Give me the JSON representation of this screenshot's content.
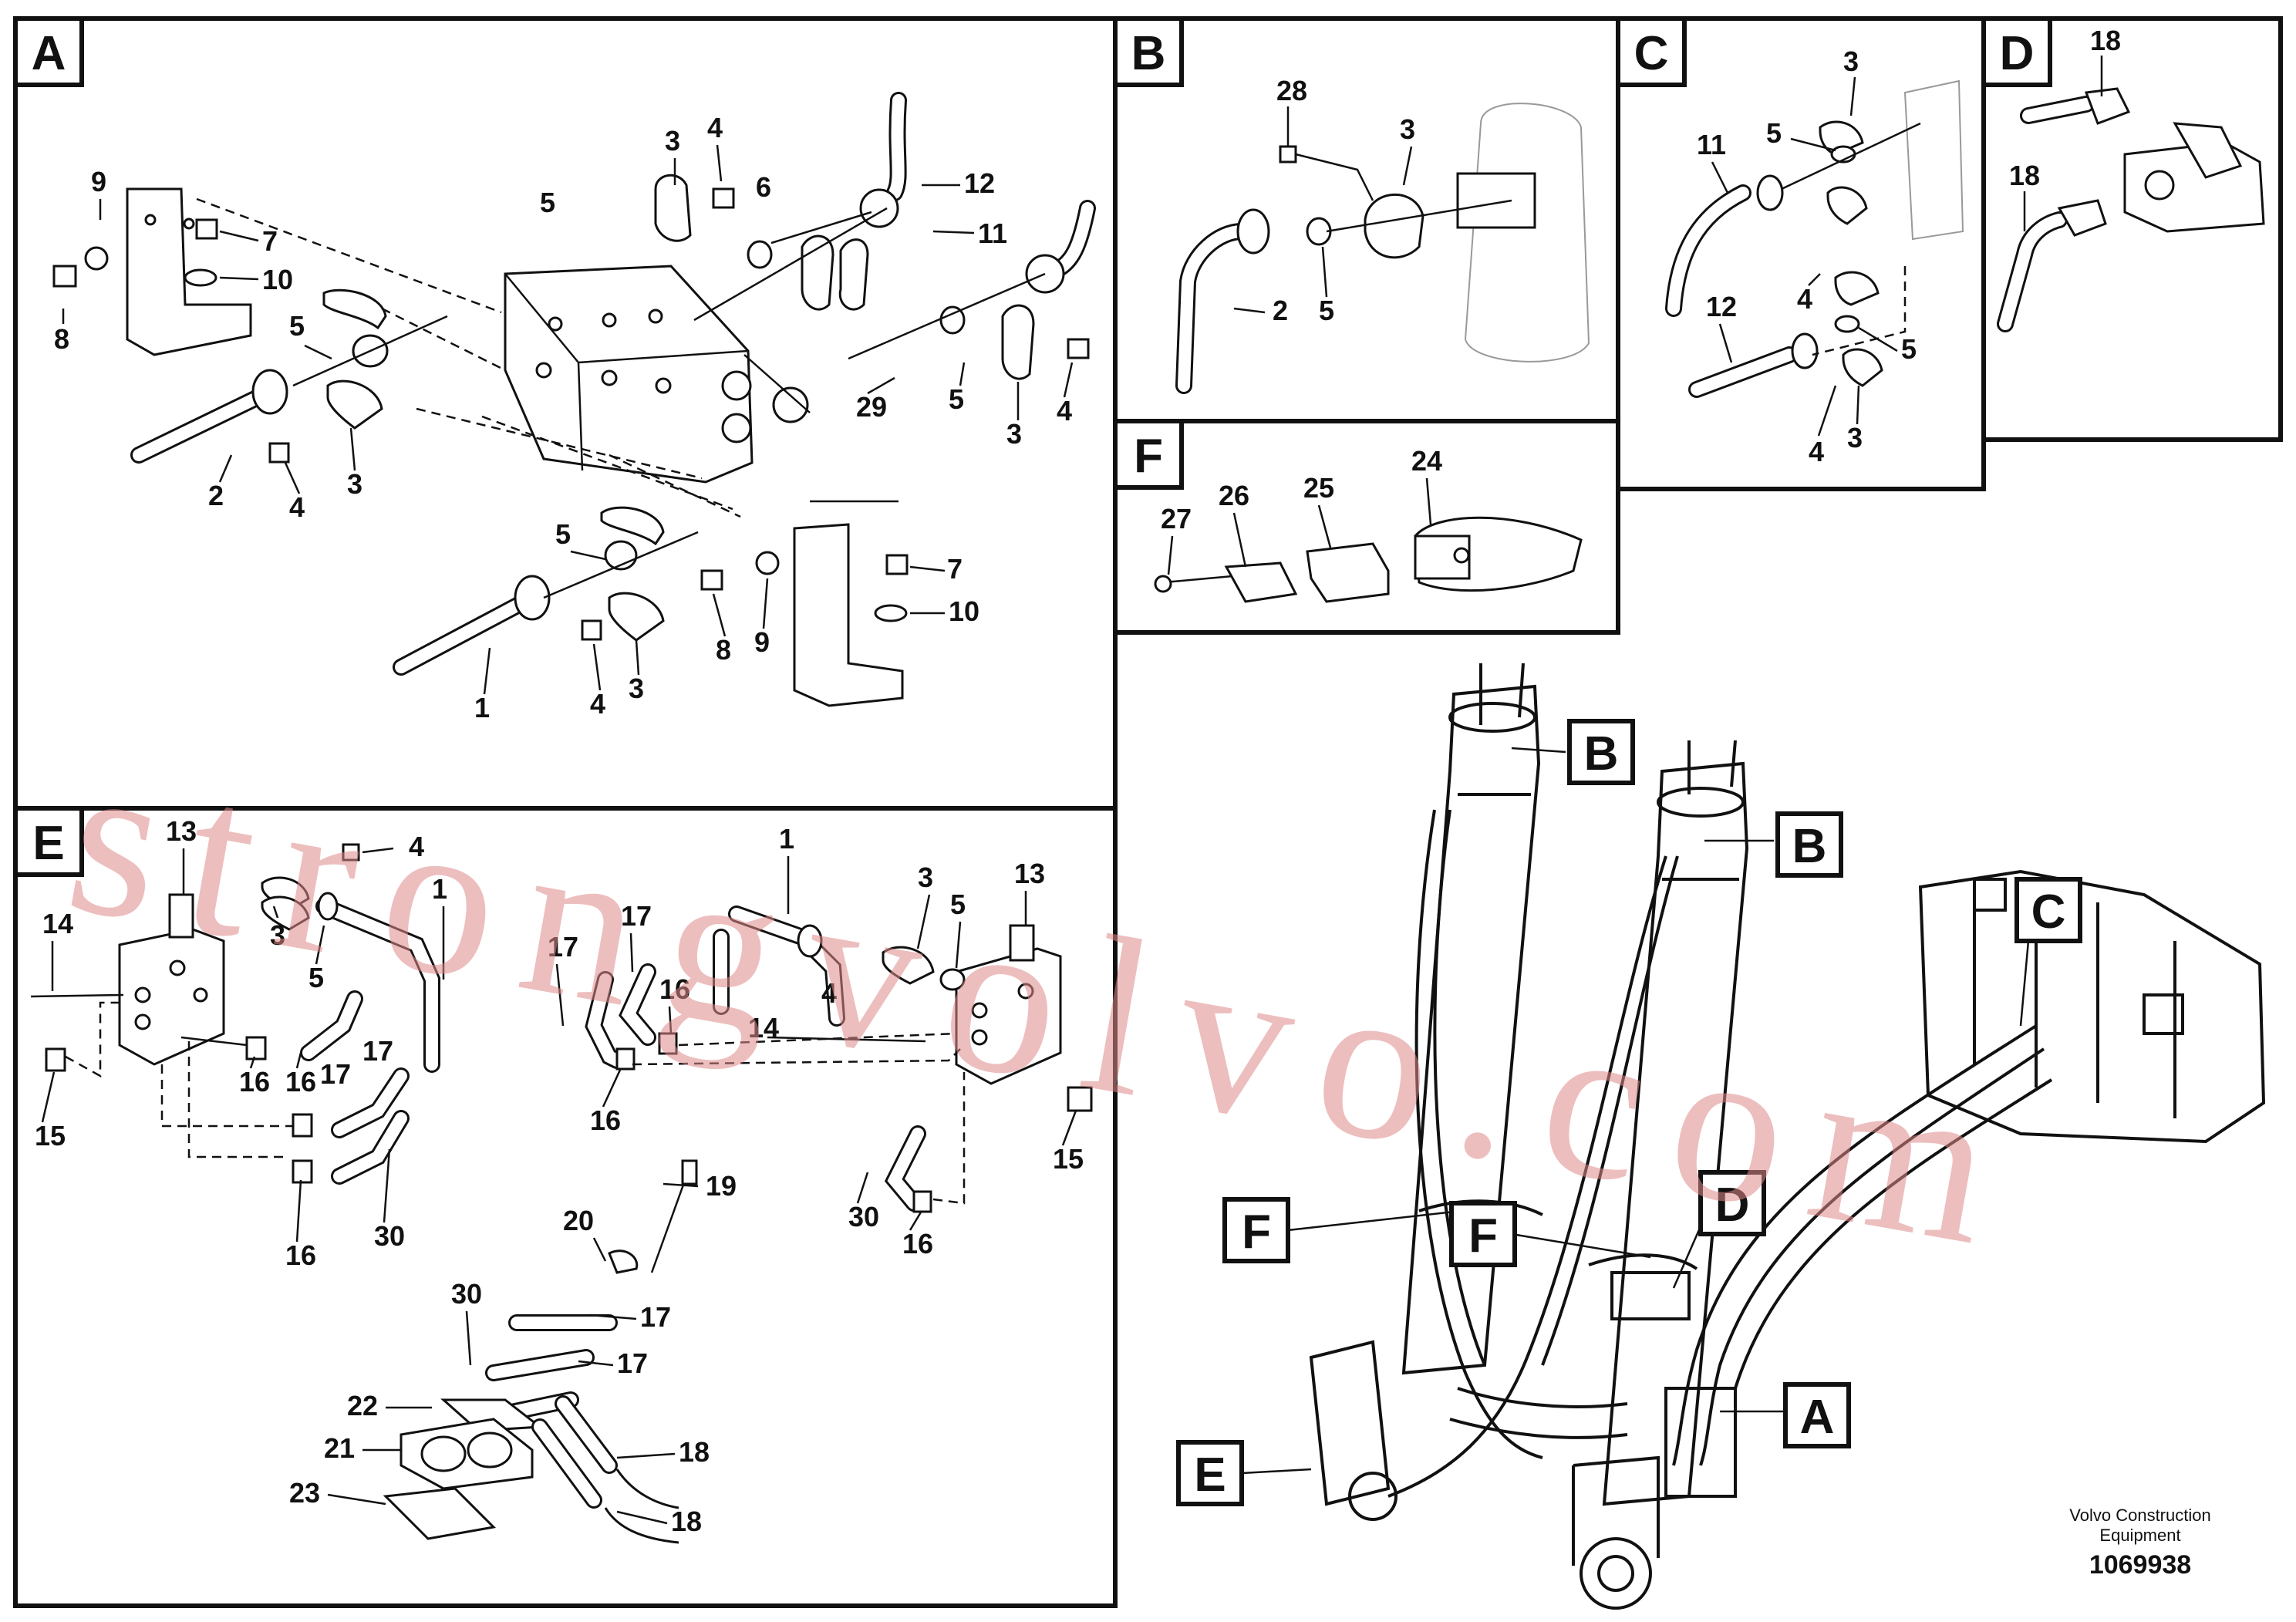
{
  "panels": {
    "A": {
      "label": "A",
      "callouts": [
        "9",
        "8",
        "7",
        "10",
        "3",
        "4",
        "5",
        "6",
        "12",
        "11",
        "5",
        "29",
        "5",
        "4",
        "3",
        "2",
        "4",
        "3",
        "5",
        "7",
        "8",
        "9",
        "10",
        "1",
        "4",
        "3"
      ]
    },
    "B": {
      "label": "B",
      "callouts": [
        "28",
        "3",
        "2",
        "5"
      ]
    },
    "C": {
      "label": "C",
      "callouts": [
        "3",
        "5",
        "11",
        "4",
        "12",
        "5",
        "4",
        "3"
      ]
    },
    "D": {
      "label": "D",
      "callouts": [
        "18",
        "18"
      ]
    },
    "E": {
      "label": "E",
      "callouts": [
        "13",
        "4",
        "1",
        "14",
        "3",
        "5",
        "16",
        "16",
        "17",
        "17",
        "15",
        "16",
        "30",
        "1",
        "3",
        "5",
        "13",
        "17",
        "17",
        "16",
        "14",
        "4",
        "16",
        "15",
        "30",
        "16",
        "19",
        "20",
        "17",
        "30",
        "17",
        "22",
        "21",
        "18",
        "23",
        "18"
      ]
    },
    "F": {
      "label": "F",
      "callouts": [
        "27",
        "26",
        "25",
        "24"
      ]
    }
  },
  "overview": {
    "tags": [
      "B",
      "B",
      "C",
      "D",
      "F",
      "F",
      "E",
      "A"
    ]
  },
  "watermark": "strongvolvo.com",
  "credit": {
    "line1": "Volvo Construction",
    "line2": "Equipment",
    "number": "1069938"
  }
}
